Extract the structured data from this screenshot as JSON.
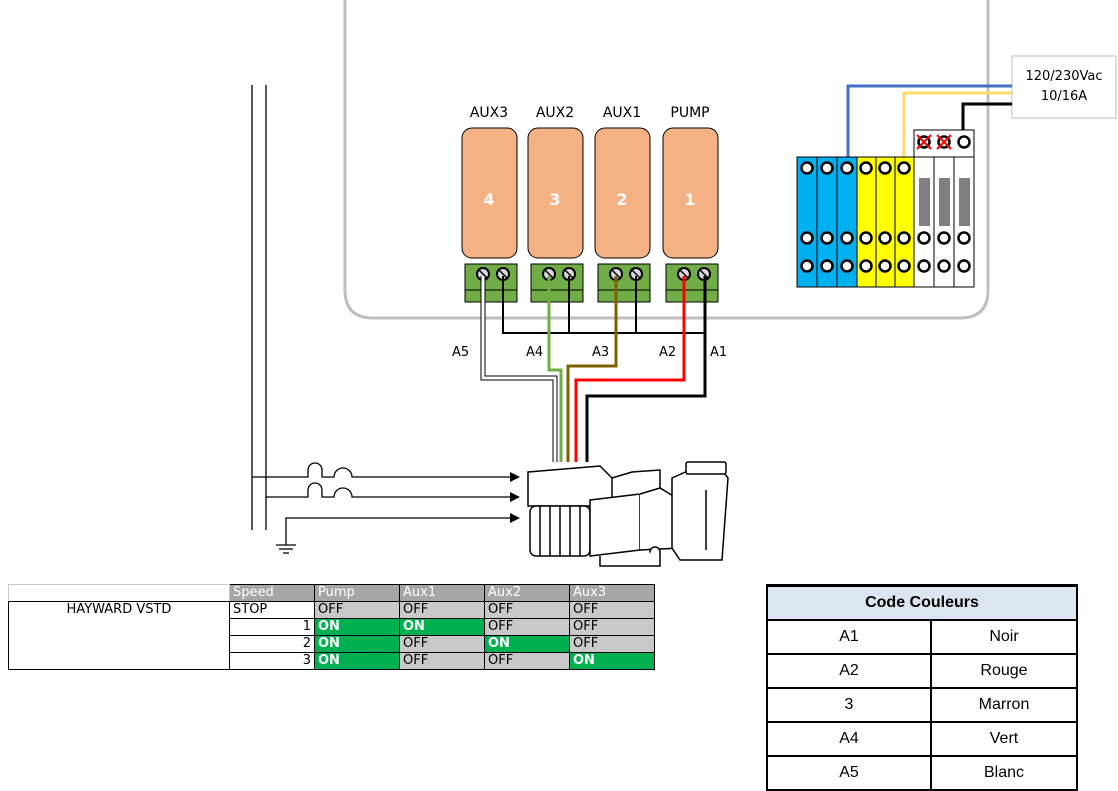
{
  "supply": {
    "voltage": "120/230Vac",
    "current": "10/16A"
  },
  "relays": [
    {
      "label": "AUX3",
      "number": "4"
    },
    {
      "label": "AUX2",
      "number": "3"
    },
    {
      "label": "AUX1",
      "number": "2"
    },
    {
      "label": "PUMP",
      "number": "1"
    }
  ],
  "wires": [
    {
      "label": "A5",
      "color": "#ffffff"
    },
    {
      "label": "A4",
      "color": "#70ad47"
    },
    {
      "label": "A3",
      "color": "#7f6000"
    },
    {
      "label": "A2",
      "color": "#ff0000"
    },
    {
      "label": "A1",
      "color": "#000000"
    }
  ],
  "colors": {
    "relay": "#f4b183",
    "terminal": "#70ad47",
    "blue_terminal": "#00b0f0",
    "yellow_terminal": "#ffff00",
    "on": "#00b050",
    "off": "#c9c9c9",
    "header": "#a6a6a6",
    "neutral_wire": "#4472c4",
    "live_wire": "#ffd966"
  },
  "speed_table": {
    "headers": [
      "Speed",
      "Pump",
      "Aux1",
      "Aux2",
      "Aux3"
    ],
    "model": "HAYWARD VSTD",
    "rows": [
      [
        "STOP",
        "OFF",
        "OFF",
        "OFF",
        "OFF"
      ],
      [
        "1",
        "ON",
        "ON",
        "OFF",
        "OFF"
      ],
      [
        "2",
        "ON",
        "OFF",
        "ON",
        "OFF"
      ],
      [
        "3",
        "ON",
        "OFF",
        "OFF",
        "ON"
      ]
    ]
  },
  "color_code": {
    "title": "Code Couleurs",
    "rows": [
      [
        "A1",
        "Noir"
      ],
      [
        "A2",
        "Rouge"
      ],
      [
        "3",
        "Marron"
      ],
      [
        "A4",
        "Vert"
      ],
      [
        "A5",
        "Blanc"
      ]
    ]
  }
}
